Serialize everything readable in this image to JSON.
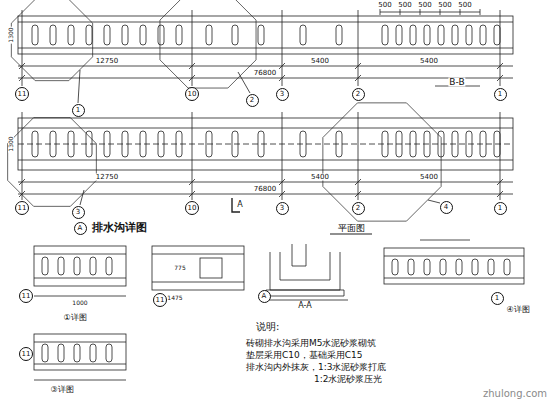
{
  "diagram": {
    "title": "排水沟详图",
    "nodes": [
      {
        "text": [
          "11"
        ]
      },
      {
        "text": [
          "10"
        ]
      },
      {
        "text": [
          "3"
        ]
      },
      {
        "text": [
          "2"
        ]
      },
      {
        "text": [
          "1"
        ]
      },
      {
        "text": [
          "11"
        ]
      },
      {
        "text": [
          "10"
        ]
      },
      {
        "text": [
          "3"
        ]
      },
      {
        "text": [
          "2"
        ]
      },
      {
        "text": [
          "1"
        ]
      },
      {
        "text": [
          "1"
        ]
      },
      {
        "text": [
          "2"
        ]
      },
      {
        "text": [
          "3"
        ]
      },
      {
        "text": [
          "4"
        ]
      },
      {
        "text": [
          "A"
        ]
      },
      {
        "text": [
          "11"
        ]
      },
      {
        "text": [
          "11"
        ]
      },
      {
        "text": [
          "11"
        ]
      },
      {
        "text": [
          "A"
        ]
      },
      {
        "text": [
          "1"
        ]
      }
    ],
    "labels": [
      "500",
      "500",
      "500",
      "500",
      "500",
      "12750",
      "76800",
      "5400",
      "5400",
      "B-B",
      "12750",
      "76800",
      "5400",
      "5400",
      "平面图",
      "A-A",
      "①详图",
      "③详图",
      "④详图",
      "说明:",
      "砖砌排水沟采用M5水泥砂浆砌筑",
      "垫层采用C10，基础采用C15",
      "排水沟内外抹灰，1:3水泥砂浆打底",
      "1:2水泥砂浆压光",
      "zhulong.com",
      "1300",
      "1300",
      "775",
      "1475",
      "A",
      "1000"
    ]
  }
}
